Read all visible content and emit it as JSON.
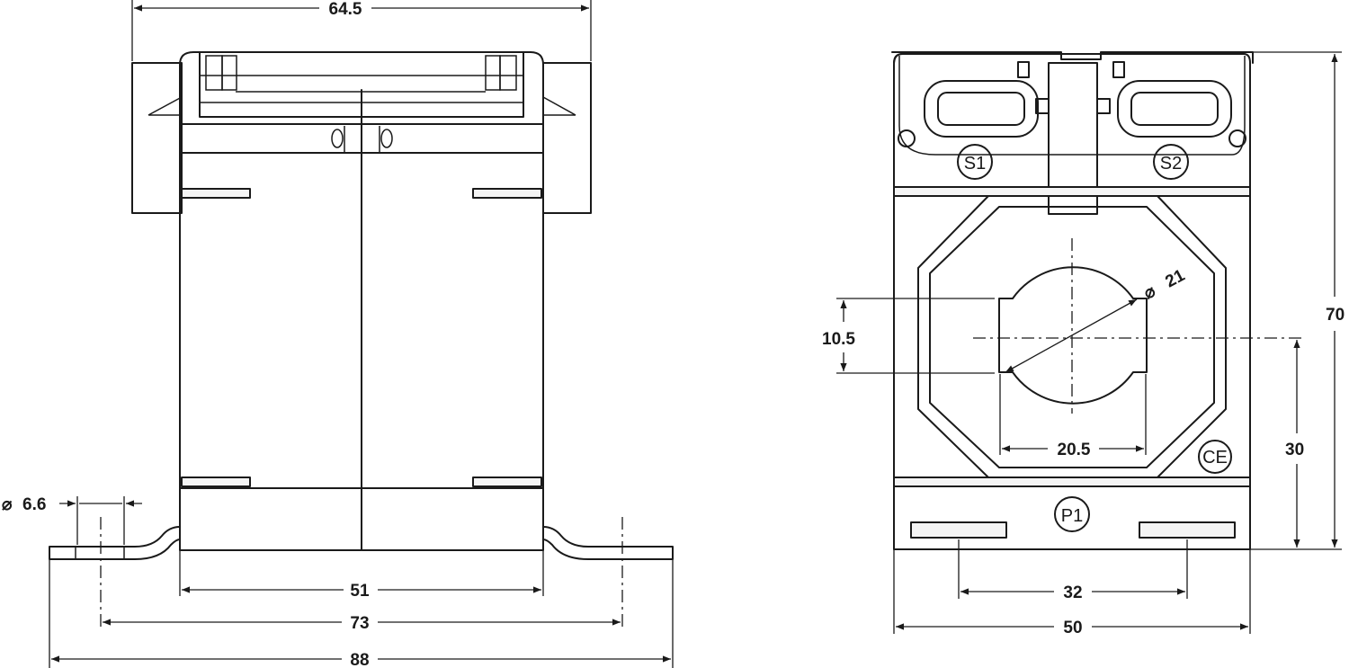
{
  "dimensions": {
    "front_width_top": "64.5",
    "front_body_width": "51",
    "front_hole_spacing": "73",
    "front_overall_width": "88",
    "hole_diameter": "6.6",
    "window_height": "10.5",
    "window_width": "20.5",
    "aperture_diameter": "21",
    "side_height": "70",
    "center_height": "30",
    "side_hole_spacing": "32",
    "side_width": "50"
  },
  "symbols": {
    "diameter": "⌀"
  },
  "markings": {
    "terminal_s1": "S1",
    "terminal_s2": "S2",
    "terminal_p1": "P1",
    "ce_mark": "CE"
  }
}
